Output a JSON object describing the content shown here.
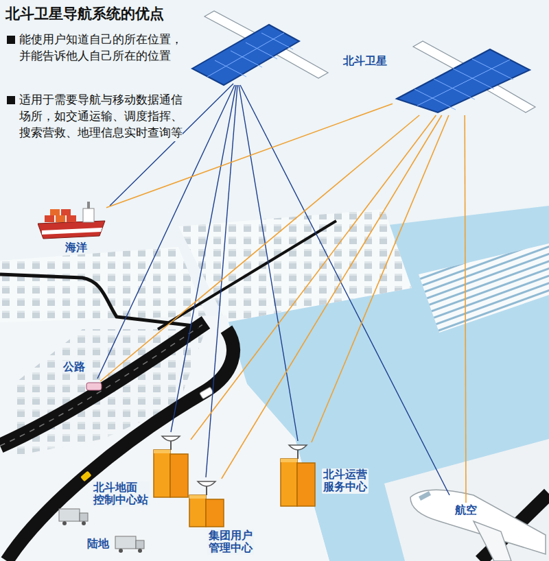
{
  "diagram": {
    "title": "北斗卫星导航系统的优点",
    "nodes": [
      {
        "text": [
          "北斗卫星"
        ]
      },
      {
        "text": [
          "海洋"
        ]
      },
      {
        "text": [
          "公路"
        ]
      },
      {
        "text": [
          "北斗地面 控制中心站"
        ]
      },
      {
        "text": [
          "集团用户 管理中心"
        ]
      },
      {
        "text": [
          "北斗运营 服务中心"
        ]
      },
      {
        "text": [
          "航空"
        ]
      },
      {
        "text": [
          "陆地"
        ]
      }
    ],
    "edges": [
      {
        "from": 0,
        "to": 1,
        "arrow": "none"
      },
      {
        "from": 0,
        "to": 2,
        "arrow": "none"
      },
      {
        "from": 0,
        "to": 3,
        "arrow": "none"
      },
      {
        "from": 0,
        "to": 4,
        "arrow": "none"
      },
      {
        "from": 0,
        "to": 5,
        "arrow": "none"
      },
      {
        "from": 0,
        "to": 6,
        "arrow": "none"
      }
    ],
    "labels": [
      "能使用户知道自己的所在位置，并能告诉他人自己所在的位置",
      "适用于需要导航与移动数据通信场所，如交通运输、调度指挥、搜索营救、地理信息实时查询等"
    ]
  }
}
